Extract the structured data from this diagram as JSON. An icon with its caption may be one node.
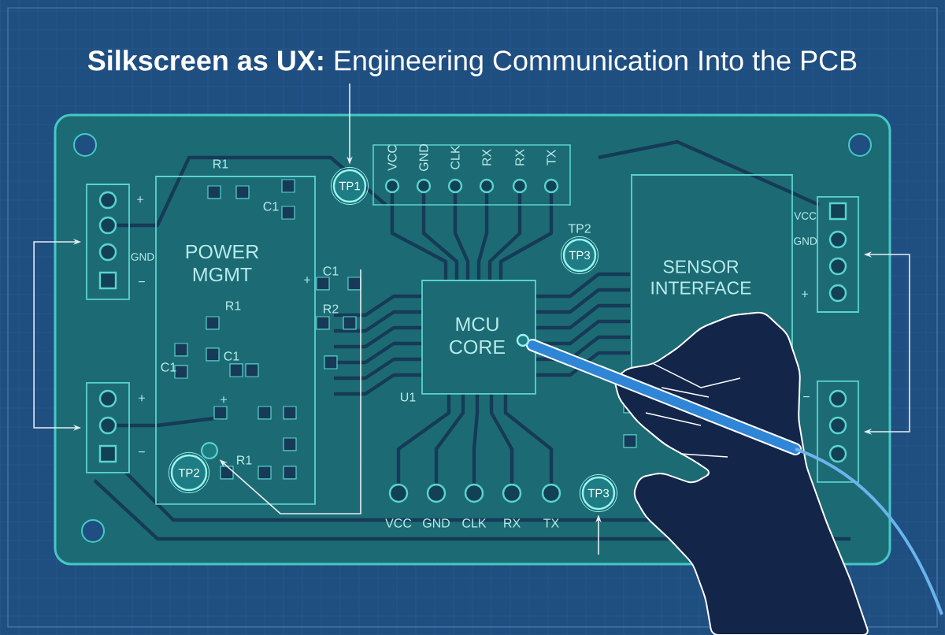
{
  "diagram": {
    "title": "**Silkscreen as UX:** Engineering Communication Into the PCB",
    "nodes": [
      {
        "text": [
          "POWER MGMT"
        ]
      },
      {
        "text": [
          "MCU CORE"
        ]
      },
      {
        "text": [
          "SENSOR INTERFACE"
        ]
      },
      {
        "text": [
          "TP1"
        ]
      },
      {
        "text": [
          "TP2"
        ],
        "in": 0
      },
      {
        "text": [
          "TP3"
        ],
        "beside": [
          "TP2"
        ]
      },
      {
        "text": [
          "TP3"
        ]
      },
      {
        "text": [],
        "shape": "box"
      },
      {
        "text": [],
        "shape": "box"
      },
      {
        "text": [],
        "shape": "box"
      },
      {
        "text": [],
        "shape": "box"
      },
      {
        "text": [],
        "shape": "circle",
        "in": 0
      }
    ],
    "edges": [
      {
        "from": 7,
        "to": 8,
        "arrow": "both"
      },
      {
        "from": 9,
        "to": 10,
        "arrow": "both"
      },
      {
        "from": null,
        "to": 3,
        "arrow": "to"
      },
      {
        "from": null,
        "to": 6,
        "arrow": "to"
      },
      {
        "from": null,
        "to": 11,
        "arrow": "to"
      }
    ],
    "labels": [
      "R1",
      "C1",
      "+",
      "GND",
      "−",
      "VCC",
      "GND",
      "CLK",
      "RX",
      "RX",
      "TX",
      "C1",
      "+",
      "R1",
      "R2",
      "VCC",
      "GND",
      "+",
      "C1",
      "C1",
      "+",
      "+",
      "U1",
      "−",
      "−",
      "R1",
      "VCC",
      "GND",
      "CLK",
      "RX",
      "TX"
    ]
  }
}
